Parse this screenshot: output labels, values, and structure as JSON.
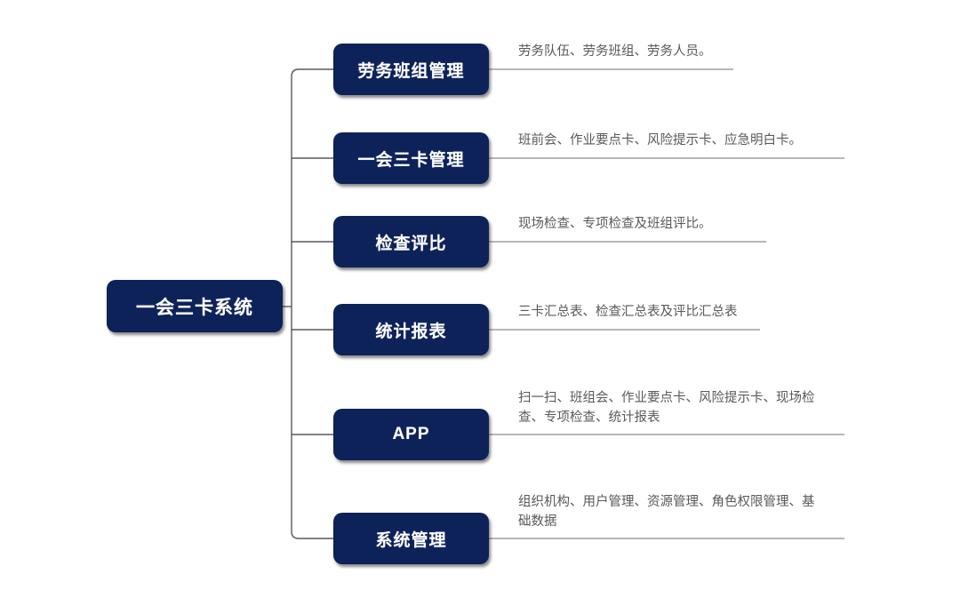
{
  "diagram": {
    "type": "mind-map",
    "title": "一会三卡系统",
    "colors": {
      "node_fill": "#0d2259",
      "node_text": "#ffffff",
      "description_text": "#595959",
      "connector_line": "#595959",
      "background": "#ffffff"
    },
    "root": {
      "label": "一会三卡系统"
    },
    "branches": [
      {
        "label": "劳务班组管理",
        "description": "劳务队伍、劳务班组、劳务人员。",
        "underline_width": 275
      },
      {
        "label": "一会三卡管理",
        "description": "班前会、作业要点卡、风险提示卡、应急明白卡。",
        "underline_width": 400
      },
      {
        "label": "检查评比",
        "description": "现场检查、专项检查及班组评比。",
        "underline_width": 312
      },
      {
        "label": "统计报表",
        "description": "三卡汇总表、检查汇总表及评比汇总表",
        "underline_width": 305
      },
      {
        "label": "APP",
        "description": "扫一扫、班组会、作业要点卡、风险提示卡、现场检\n查、专项检查、统计报表",
        "underline_width": 400
      },
      {
        "label": "系统管理",
        "description": "组织机构、用户管理、资源管理、角色权限管理、基\n础数据",
        "underline_width": 400
      }
    ]
  }
}
